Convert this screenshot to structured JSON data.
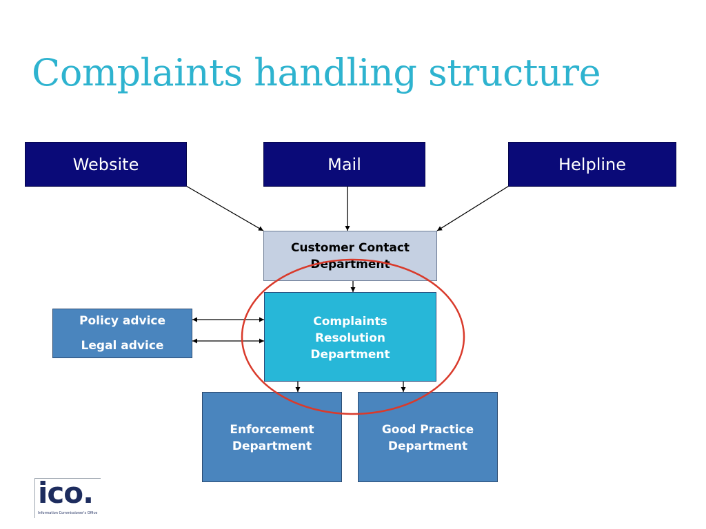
{
  "slide": {
    "title": "Complaints handling structure"
  },
  "diagram": {
    "sources": {
      "website": "Website",
      "mail": "Mail",
      "helpline": "Helpline"
    },
    "customer_contact": "Customer Contact\nDepartment",
    "complaints_resolution": "Complaints\nResolution\nDepartment",
    "advice": {
      "policy": "Policy advice",
      "legal": "Legal advice"
    },
    "enforcement": "Enforcement\nDepartment",
    "good_practice": "Good Practice\nDepartment"
  },
  "logo": {
    "word": "ico.",
    "subtitle": "Information Commissioner's Office"
  },
  "colors": {
    "title": "#2eb3cf",
    "source_box": "#0a0a78",
    "customer_contact_box": "#c5d0e2",
    "complaints_box": "#27b7d8",
    "department_box": "#4a85be",
    "highlight_ellipse": "#d93a2b"
  }
}
